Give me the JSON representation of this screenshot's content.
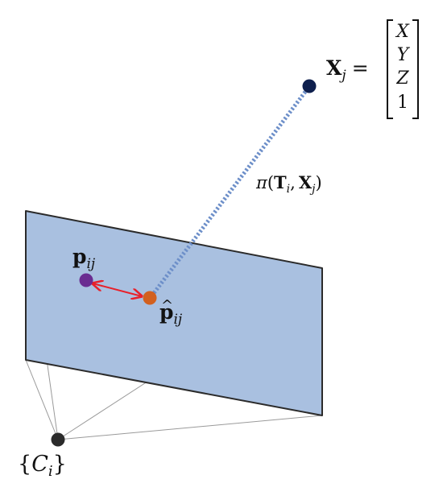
{
  "labels": {
    "camera": {
      "open": "{",
      "C": "C",
      "sub": "i",
      "close": "}"
    },
    "observed_point": {
      "p": "p",
      "sub": "ij"
    },
    "projected_point": {
      "hat": "^",
      "p": "p",
      "sub": "ij"
    },
    "projection": {
      "pi": "π",
      "open": "(",
      "T": "T",
      "T_sub": "i",
      "comma": ",",
      "X": "X",
      "X_sub": "j",
      "close": ")"
    },
    "world_point": {
      "X": "X",
      "sub": "j",
      "equals": "=",
      "vector": [
        "X",
        "Y",
        "Z",
        "1"
      ]
    }
  },
  "colors": {
    "image_plane_fill": "#a9c0e0",
    "image_plane_stroke": "#2b2b2b",
    "frustum_lines": "#9a9a9a",
    "camera_center": "#2b2b2b",
    "projection_ray": "#6d8fc9",
    "world_point": "#0e1f4d",
    "observed_point": "#6a2c91",
    "projected_point": "#d2601f",
    "reprojection_error": "#e8202a"
  }
}
